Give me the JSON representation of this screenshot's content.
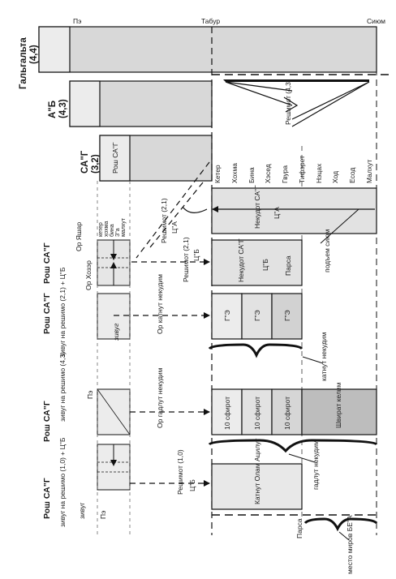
{
  "top_labels": {
    "pe": "Пэ",
    "tabur": "Табур",
    "sium": "Сиюм"
  },
  "partzufim": [
    {
      "name": "Гальгальта",
      "level": "(4,4)"
    },
    {
      "name": "А\"Б",
      "level": "(4,3)"
    },
    {
      "name": "СА\"Г",
      "level": "(3,2)"
    }
  ],
  "rosh_sag_box": "Рош СА\"Г",
  "reshimot_43_right": "Решимот (4,3)",
  "sfirot": [
    "Кетер",
    "Хохма",
    "Бина",
    "Хэсед",
    "Гвура",
    "Тифэрет",
    "Нэцах",
    "Ход",
    "Есод",
    "Малхут"
  ],
  "nekudot_sag_right": "Некудот СА\"Г",
  "tzadi_alef": "Ц\"А",
  "podyem_siyum": "подъем сиюм",
  "reshimot_21_upper": "Решимот (2,1)",
  "tzadi_alef_left": "Ц\"А",
  "or_yashar": "Ор Яшар",
  "or_hozer": "Ор Хозэр",
  "small_sfirot": [
    "кетер",
    "хохма",
    "бина",
    "З\"а",
    "малхут"
  ],
  "reshimot_21_lower": "Решимот (2,1)",
  "tzadi_bet": "Ц\"Б",
  "nekudot_sag_mid": "Некудот СА\"Г",
  "parsa_mid": "Парса",
  "rosh_sag_col1": "Рош СА\"Г",
  "rosh_sag_col2": "Рош СА\"Г",
  "zivug_21": "зивуг на решимо (2,1) + Ц\"Б",
  "zivug_label": "зивуг",
  "or_katnut": "Ор катнут некудим",
  "ge": [
    "Г\"Э",
    "Г\"Э",
    "Г\"Э"
  ],
  "katnut_nekudim": "катнут некудим",
  "rosh_sag_col3": "Рош СА\"Г",
  "zivug_43": "зивуг на решимо (4,3)",
  "pe_mid": "Пэ",
  "or_gadlut": "Ор гадлут некудим",
  "ten_sfirot": [
    "10 сфирот",
    "10 сфирот",
    "10 сфирот"
  ],
  "shvirat_kelim": "Швират келим",
  "gadlut_nekudim": "гадлут некудим",
  "rosh_sag_col4": "Рош СА\"Г",
  "zivug_10": "зивуг на решимо (1,0) + Ц\"Б",
  "zivug_bottom": "зивуг",
  "pe_bottom": "Пэ",
  "reshimot_10": "Решимот (1,0)",
  "tzadi_bet_bottom": "Ц\"Б",
  "katnut_olam": "Катнут Олам Ацилут",
  "parsa_bottom": "Парса",
  "mesto_mirov": "место миров БЕ\"А"
}
